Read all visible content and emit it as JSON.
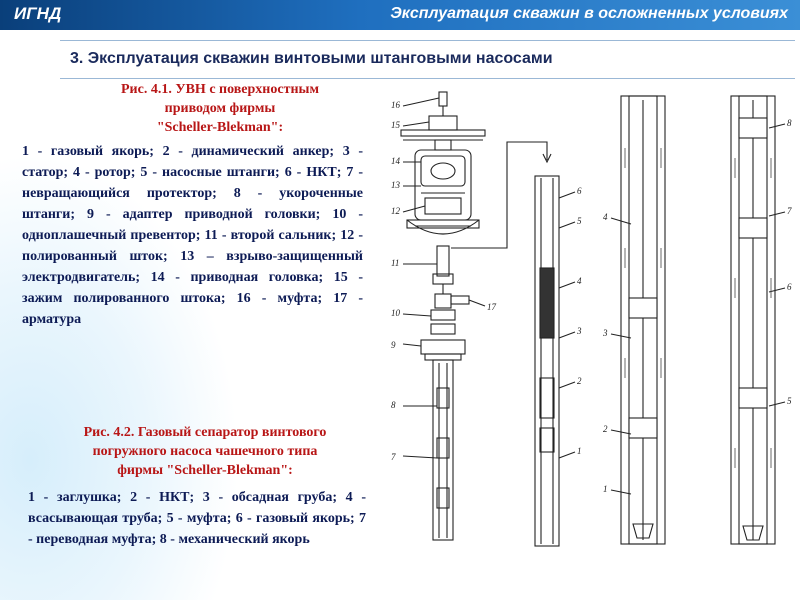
{
  "header": {
    "brand": "ИГНД",
    "subject": "Эксплуатация скважин в осложненных условиях"
  },
  "slide": {
    "title": "3. Эксплуатация скважин винтовыми штанговыми насосами"
  },
  "fig1": {
    "title_line1": "Рис. 4.1. УВН с поверхностным",
    "title_line2": "приводом фирмы",
    "title_line3": "\"Scheller-Blekman\":",
    "description": "1 - газовый якорь; 2 - динамический анкер; 3 - статор; 4 - ротор; 5 - насосные штанги; 6 - НКТ; 7 - невращающийся протектор; 8 - укороченные штанги; 9 - адаптер приводной головки; 10 - одноплашечный превентор; 11 - второй сальник; 12 - полированный шток; 13 – взрыво-защищенный электродвигатель; 14 - приводная головка; 15 - зажим полированного штока; 16 - муфта; 17 - арматура"
  },
  "fig2": {
    "title_line1": "Рис. 4.2. Газовый сепаратор винтового",
    "title_line2": "погружного насоса чашечного типа",
    "title_line3": "фирмы \"Scheller-Blekman\":",
    "description": "1 - заглушка; 2 - НКТ; 3 - обсадная груба; 4 - всасывающая труба; 5 - муфта; 6 - газовый якорь; 7 - переводная муфта; 8 - механический якорь"
  },
  "callouts_left": [
    "16",
    "15",
    "14",
    "13",
    "12",
    "11",
    "17",
    "10",
    "9",
    "8",
    "7"
  ],
  "callouts_middle": [
    "6",
    "5",
    "4",
    "3",
    "2",
    "1"
  ],
  "callouts_right": [
    "4",
    "3",
    "2",
    "1",
    "8",
    "7",
    "6",
    "5"
  ],
  "colors": {
    "header_start": "#0a3f7a",
    "header_end": "#3b8fd6",
    "caption_red": "#b81616",
    "text_navy": "#0d1b55"
  }
}
